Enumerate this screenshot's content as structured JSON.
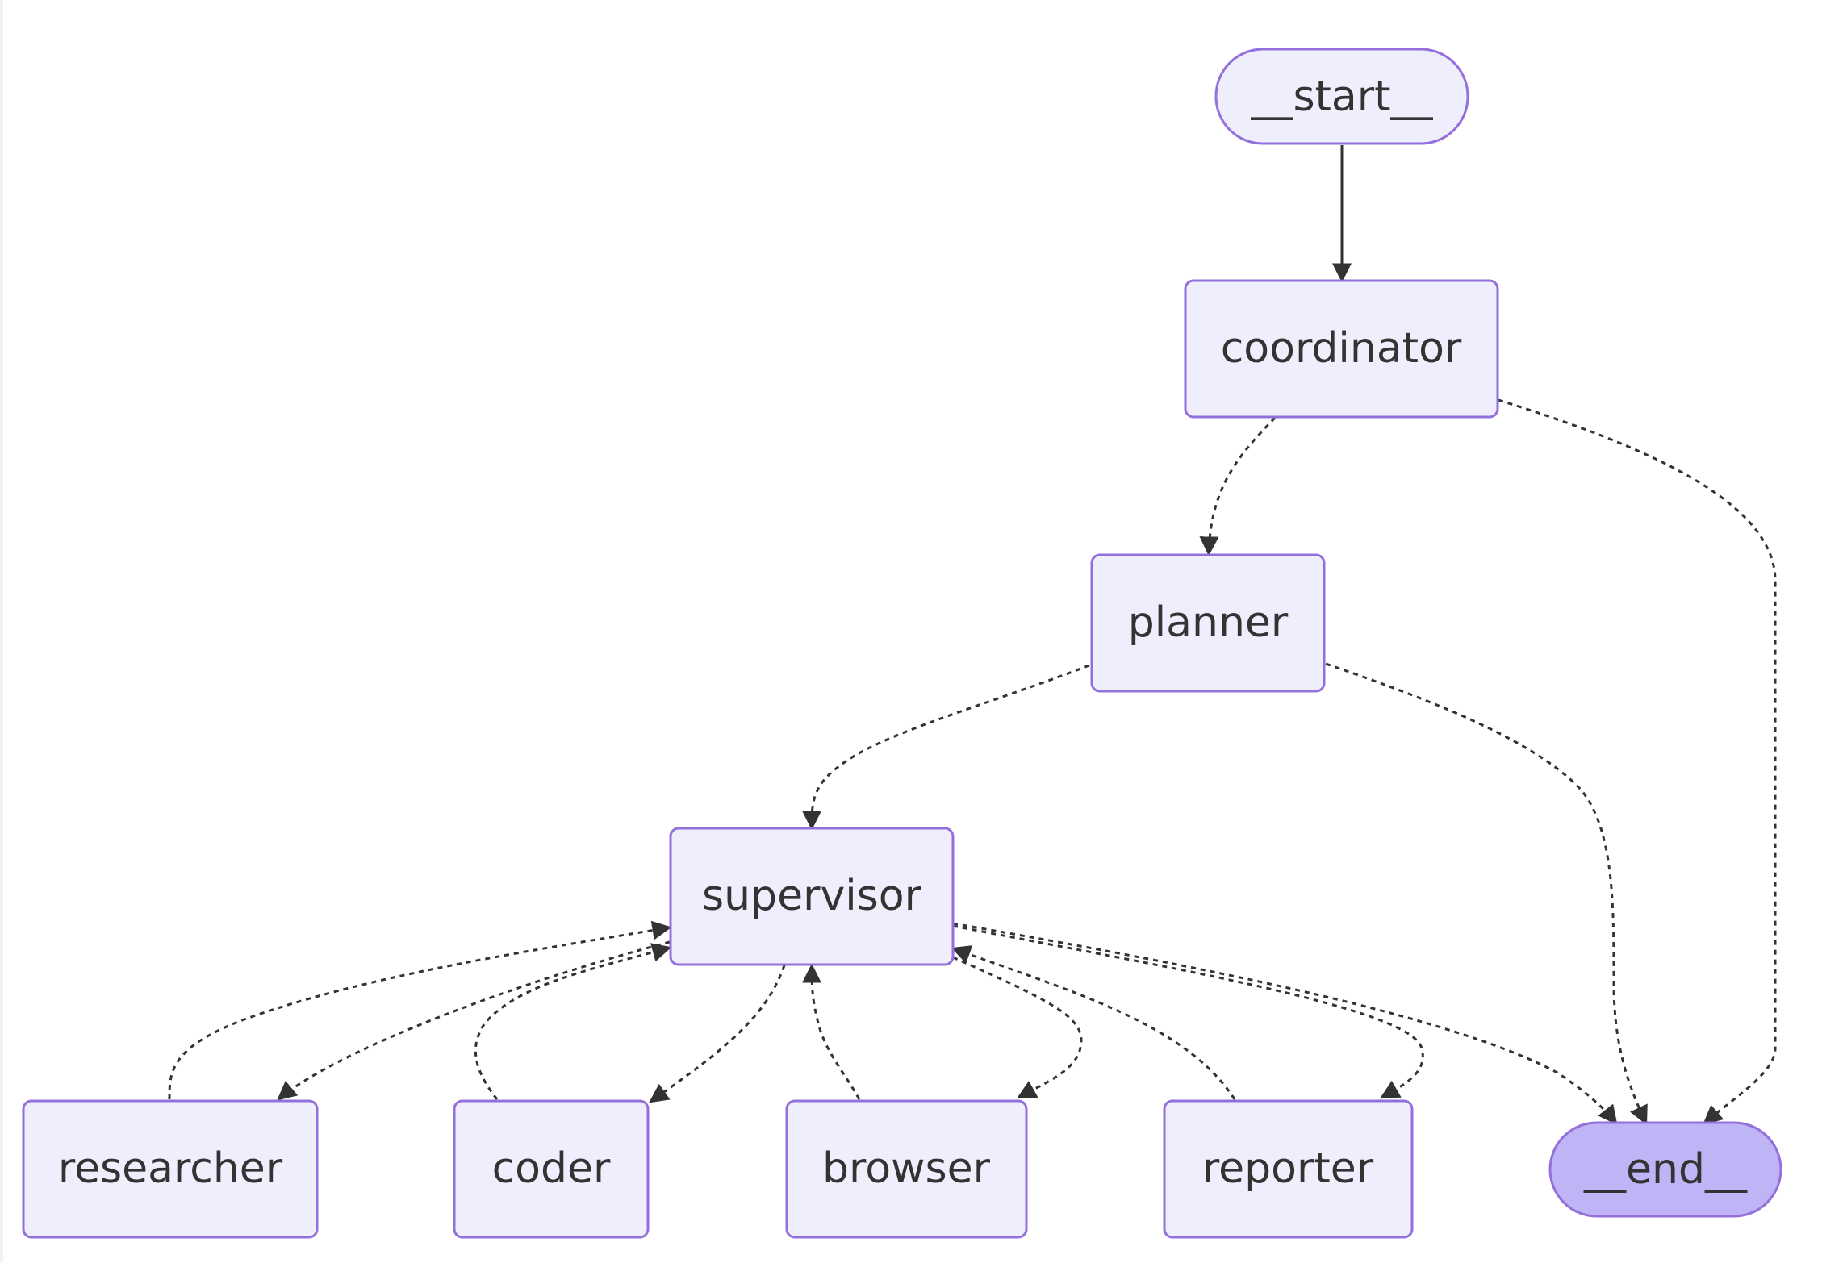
{
  "nodes": {
    "start": {
      "label": "__start__"
    },
    "coordinator": {
      "label": "coordinator"
    },
    "planner": {
      "label": "planner"
    },
    "supervisor": {
      "label": "supervisor"
    },
    "researcher": {
      "label": "researcher"
    },
    "coder": {
      "label": "coder"
    },
    "browser": {
      "label": "browser"
    },
    "reporter": {
      "label": "reporter"
    },
    "end": {
      "label": "__end__"
    }
  },
  "edges": [
    {
      "from": "start",
      "to": "coordinator",
      "style": "solid"
    },
    {
      "from": "coordinator",
      "to": "planner",
      "style": "dashed"
    },
    {
      "from": "coordinator",
      "to": "end",
      "style": "dashed"
    },
    {
      "from": "planner",
      "to": "supervisor",
      "style": "dashed"
    },
    {
      "from": "planner",
      "to": "end",
      "style": "dashed"
    },
    {
      "from": "supervisor",
      "to": "researcher",
      "style": "dashed"
    },
    {
      "from": "supervisor",
      "to": "coder",
      "style": "dashed"
    },
    {
      "from": "supervisor",
      "to": "browser",
      "style": "dashed"
    },
    {
      "from": "supervisor",
      "to": "reporter",
      "style": "dashed"
    },
    {
      "from": "supervisor",
      "to": "end",
      "style": "dashed"
    },
    {
      "from": "researcher",
      "to": "supervisor",
      "style": "dashed"
    },
    {
      "from": "coder",
      "to": "supervisor",
      "style": "dashed"
    },
    {
      "from": "browser",
      "to": "supervisor",
      "style": "dashed"
    },
    {
      "from": "reporter",
      "to": "supervisor",
      "style": "dashed"
    }
  ],
  "colors": {
    "node_fill": "#efeefd",
    "node_stroke": "#9370db",
    "end_fill": "#bfb4f5",
    "edge": "#333333",
    "text": "#333333"
  }
}
